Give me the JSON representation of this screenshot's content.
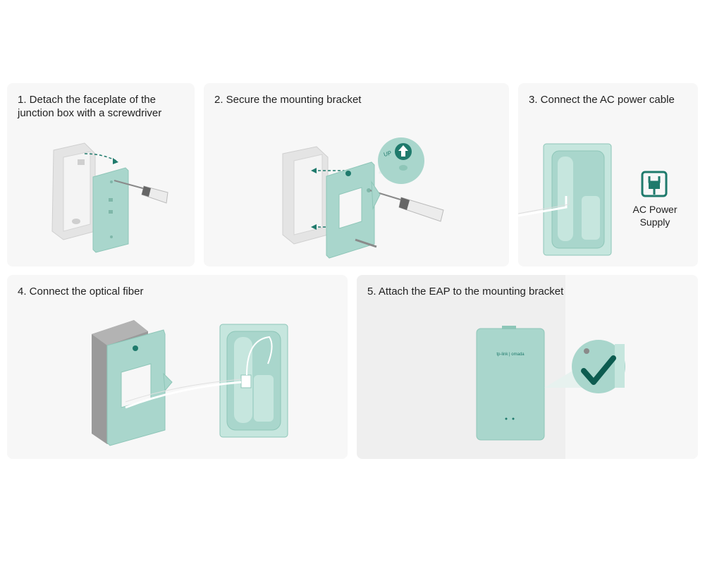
{
  "steps": [
    {
      "label": "1. Detach the faceplate of the\njunction box with a screwdriver"
    },
    {
      "label": "2. Secure the mounting bracket"
    },
    {
      "label": "3. Connect the AC power cable"
    },
    {
      "label": "4. Connect the optical fiber"
    },
    {
      "label": "5. Attach the EAP to the mounting bracket"
    }
  ],
  "ac_power_label": "AC Power\nSupply",
  "up_label": "UP",
  "device_brand": "tp-link | omada",
  "colors": {
    "mint": "#a9d6cc",
    "mint_light": "#c6e6de",
    "mint_dark": "#8ec6b8",
    "teal": "#1f7a6c",
    "dark_green": "#0d5c50",
    "box_gray": "#e3e3e3",
    "box_dark": "#9a9a9a",
    "panel_bg": "#f7f7f7"
  }
}
